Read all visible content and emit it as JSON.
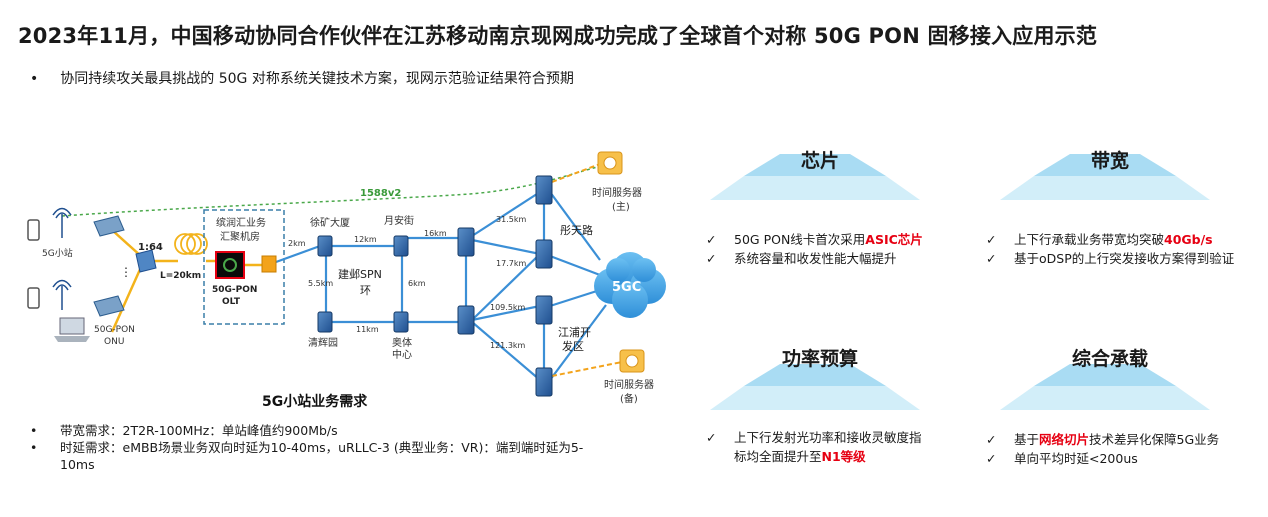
{
  "title": "2023年11月，中国移动协同合作伙伴在江苏移动南京现网成功完成了全球首个对称 50G PON 固移接入应用示范",
  "subtitle": "协同持续攻关最具挑战的 50G 对称系统关键技术方案，现网示范验证结果符合预期",
  "bullet_char": "•",
  "check_char": "✓",
  "diagram": {
    "sync_label": "1588v2",
    "small_cell": "5G小站",
    "onu": [
      "50G-PON",
      "ONU"
    ],
    "splitter": "1:64",
    "fiber_length": "L=20km",
    "room": [
      "缤润汇业务",
      "汇聚机房"
    ],
    "olt": [
      "50G-PON",
      "OLT"
    ],
    "d_2km": "2km",
    "xukuang": "徐矿大厦",
    "yuean": "月安街",
    "d_12km": "12km",
    "d_16km": "16km",
    "d_55km": "5.5km",
    "ring": [
      "建邺SPN",
      "环"
    ],
    "d_6km": "6km",
    "d_11km": "11km",
    "qinghuiyuan": "清辉园",
    "aoti": [
      "奥体",
      "中心"
    ],
    "d_315": "31.5km",
    "d_177": "17.7km",
    "d_1095": "109.5km",
    "d_1213": "121.3km",
    "tongtianlu": "彤天路",
    "jiangpu": [
      "江浦开",
      "发区"
    ],
    "fiveGC": "5GC",
    "ts_main": [
      "时间服务器",
      "(主)"
    ],
    "ts_backup": [
      "时间服务器",
      "(备)"
    ],
    "caption": "5G小站业务需求"
  },
  "requirements": [
    "带宽需求：2T2R-100MHz：单站峰值约900Mb/s",
    "时延需求：eMBB场景业务双向时延为10-40ms，uRLLC-3 (典型业务：VR)：端到端时延为5-",
    "10ms"
  ],
  "panels": {
    "chip": {
      "title": "芯片",
      "line1_pre": "50G PON线卡首次采用",
      "line1_hl": "ASIC芯片",
      "line2": "系统容量和收发性能大幅提升"
    },
    "bandwidth": {
      "title": "带宽",
      "line1_pre": "上下行承载业务带宽均突破",
      "line1_hl": "40Gb/s",
      "line2": "基于oDSP的上行突发接收方案得到验证"
    },
    "power": {
      "title": "功率预算",
      "line1": "上下行发射光功率和接收灵敏度指",
      "line2_pre": "标均全面提升至",
      "line2_hl": "N1等级"
    },
    "bearer": {
      "title": "综合承载",
      "line1_pre": "基于",
      "line1_hl": "网络切片",
      "line1_post": "技术差异化保障5G业务",
      "line2": "单向平均时延<200us"
    }
  },
  "colors": {
    "accent_red": "#e60012",
    "prism_top": "#a9dcf3",
    "prism_face": "#d2eef9",
    "link_blue": "#3b8fd6",
    "sync_green": "#4aa84a",
    "cloud": "#49a8e6"
  }
}
